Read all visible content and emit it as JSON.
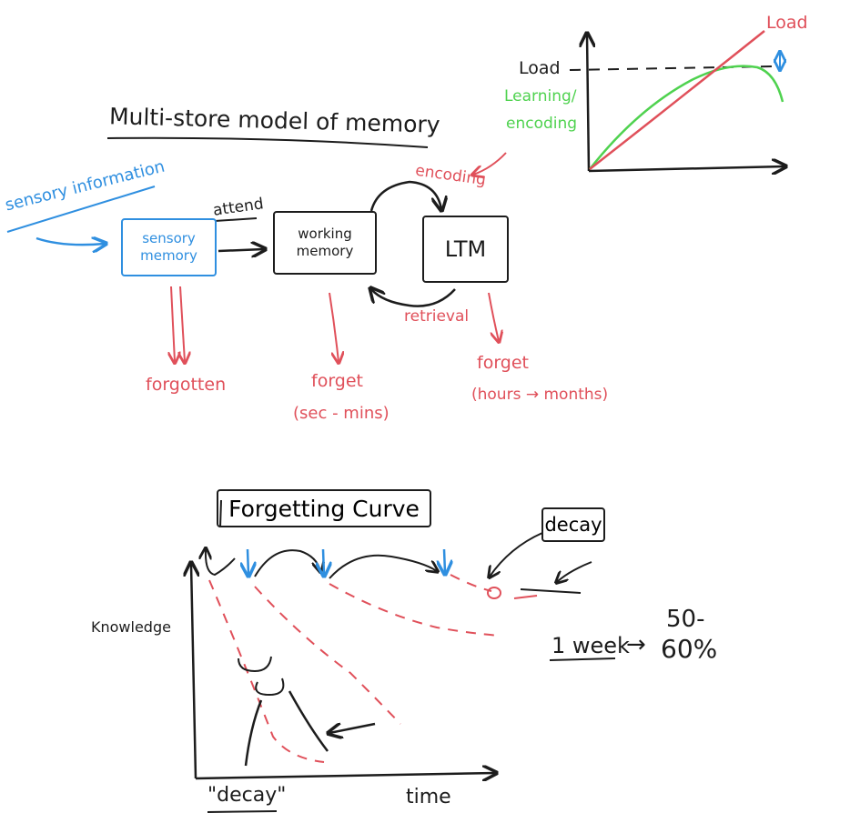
{
  "title": "Multi-store model of memory",
  "sensory_input": "sensory information",
  "boxes": {
    "sensory": "sensory memory",
    "working": "working memory",
    "ltm": "LTM"
  },
  "arrow_labels": {
    "attend": "attend",
    "encoding": "encoding",
    "retrieval": "retrieval"
  },
  "forget_labels": {
    "sensory": "forgotten",
    "working": "forget",
    "working_time": "(sec - mins)",
    "ltm": "forget",
    "ltm_time": "(hours → months)"
  },
  "load_graph": {
    "load_axis_label": "Load",
    "load_curve_label": "Load",
    "learning_label_1": "Learning/",
    "learning_label_2": "encoding"
  },
  "forgetting_curve": {
    "title": "Forgetting Curve",
    "y_label": "Knowledge",
    "x_label": "time",
    "decay_bottom": "\"decay\"",
    "decay_box": "decay",
    "one_week": "1 week",
    "one_week_arrow": "→",
    "percent_top": "50-",
    "percent_bottom": "60%"
  },
  "colors": {
    "ink": "#1c1c1c",
    "red": "#e0505a",
    "blue": "#2f8fe0",
    "green": "#4fd24f"
  }
}
